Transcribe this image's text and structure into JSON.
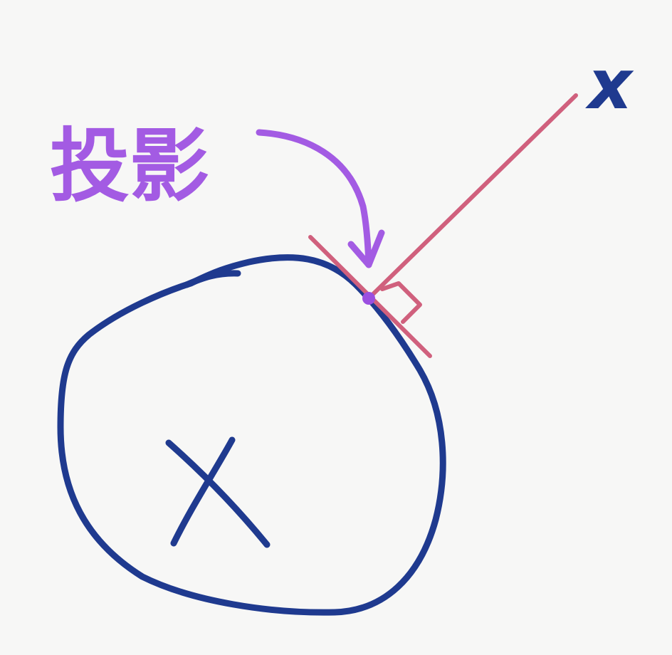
{
  "labels": {
    "projection": "投影",
    "point": "x",
    "set": "X"
  },
  "colors": {
    "background": "#f7f7f6",
    "set_boundary": "#1f3a8f",
    "projection_lines": "#d0607d",
    "annotation": "#a35be3",
    "projection_point": "#9b4fe0"
  },
  "icons": {
    "right_angle": "right-angle-marker-icon",
    "arrow": "curved-arrow-icon"
  }
}
